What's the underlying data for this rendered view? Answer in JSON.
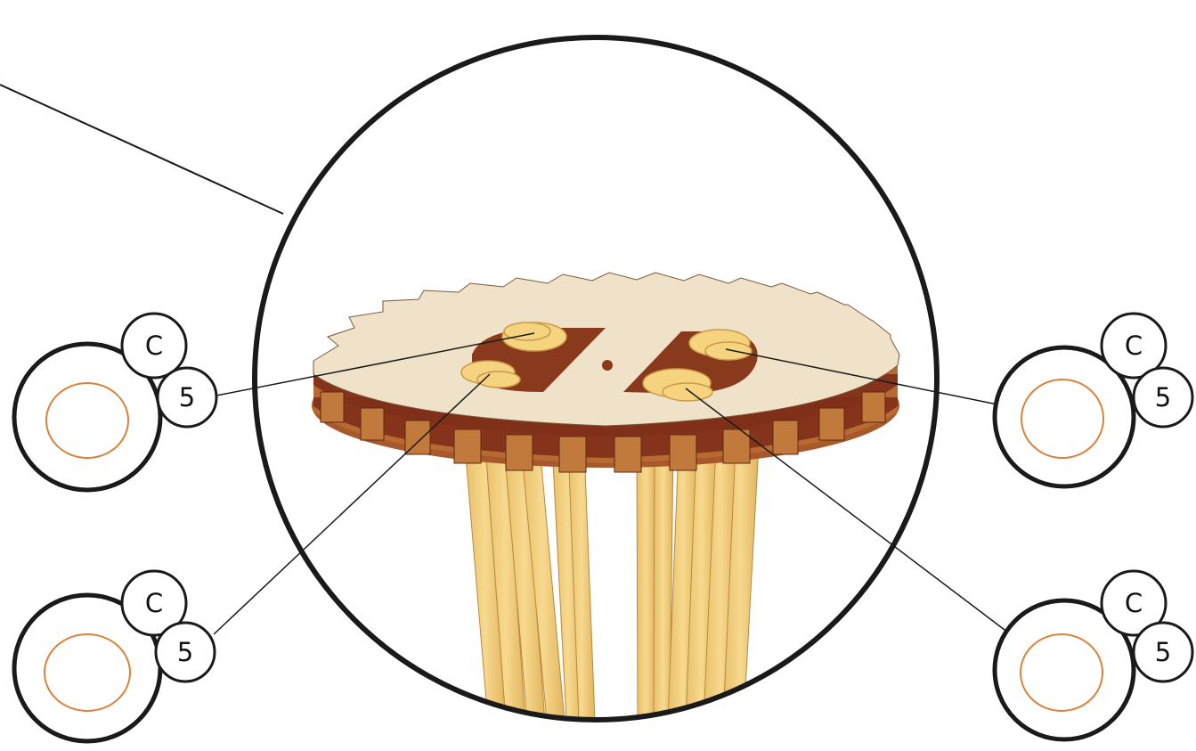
{
  "colors": {
    "outline": "#1a1a1a",
    "gear_top": "#efe2c8",
    "gear_side_light": "#c98d4a",
    "gear_side_dark": "#8a3a1c",
    "strand": "#f2cf7d",
    "strand_dark": "#d9ad52",
    "ring_orange": "#d9823b"
  },
  "callouts": [
    {
      "id": "callout-top-left",
      "letter": "C",
      "number": "5"
    },
    {
      "id": "callout-top-right",
      "letter": "C",
      "number": "5"
    },
    {
      "id": "callout-bottom-left",
      "letter": "C",
      "number": "5"
    },
    {
      "id": "callout-bottom-right",
      "letter": "C",
      "number": "5"
    }
  ]
}
